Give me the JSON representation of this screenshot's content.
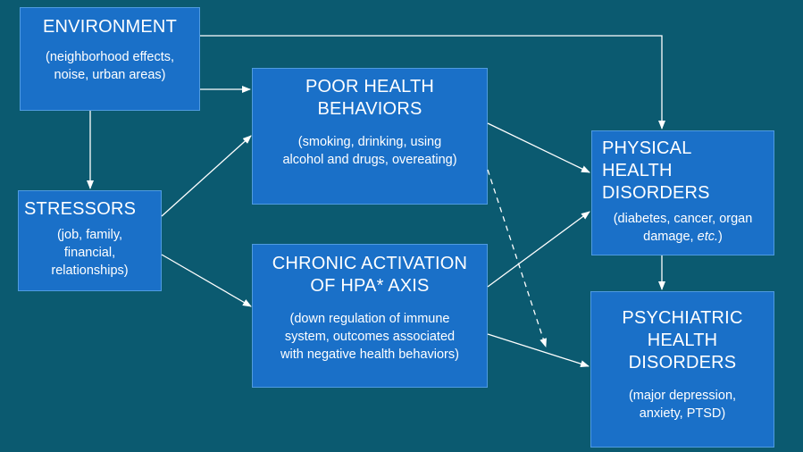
{
  "colors": {
    "background": "#0b5a70",
    "box_fill": "#1a70c8",
    "box_border": "#4f9be0",
    "arrow": "#ffffff"
  },
  "nodes": {
    "environment": {
      "title": "ENVIRONMENT",
      "desc_lines": [
        "(neighborhood effects,",
        "noise, urban areas)"
      ]
    },
    "stressors": {
      "title": "STRESSORS",
      "desc_lines": [
        "(job, family,",
        "financial,",
        "relationships)"
      ]
    },
    "poor_health_behaviors": {
      "title_lines": [
        "POOR HEALTH",
        "BEHAVIORS"
      ],
      "desc_lines": [
        "(smoking, drinking, using",
        "alcohol and drugs, overeating)"
      ]
    },
    "chronic_activation": {
      "title_lines": [
        "CHRONIC ACTIVATION",
        "OF HPA* AXIS"
      ],
      "desc_lines": [
        "(down regulation of immune",
        "system, outcomes associated",
        "with negative health behaviors)"
      ]
    },
    "physical_health": {
      "title_lines": [
        "PHYSICAL",
        "HEALTH",
        "DISORDERS"
      ],
      "desc_line1": "(diabetes, cancer, organ",
      "desc_line2_pre": "damage, ",
      "desc_line2_em": "etc.",
      "desc_line2_post": ")"
    },
    "psychiatric_health": {
      "title_lines": [
        "PSYCHIATRIC",
        "HEALTH",
        "DISORDERS"
      ],
      "desc_lines": [
        "(major depression,",
        "anxiety, PTSD)"
      ]
    }
  }
}
